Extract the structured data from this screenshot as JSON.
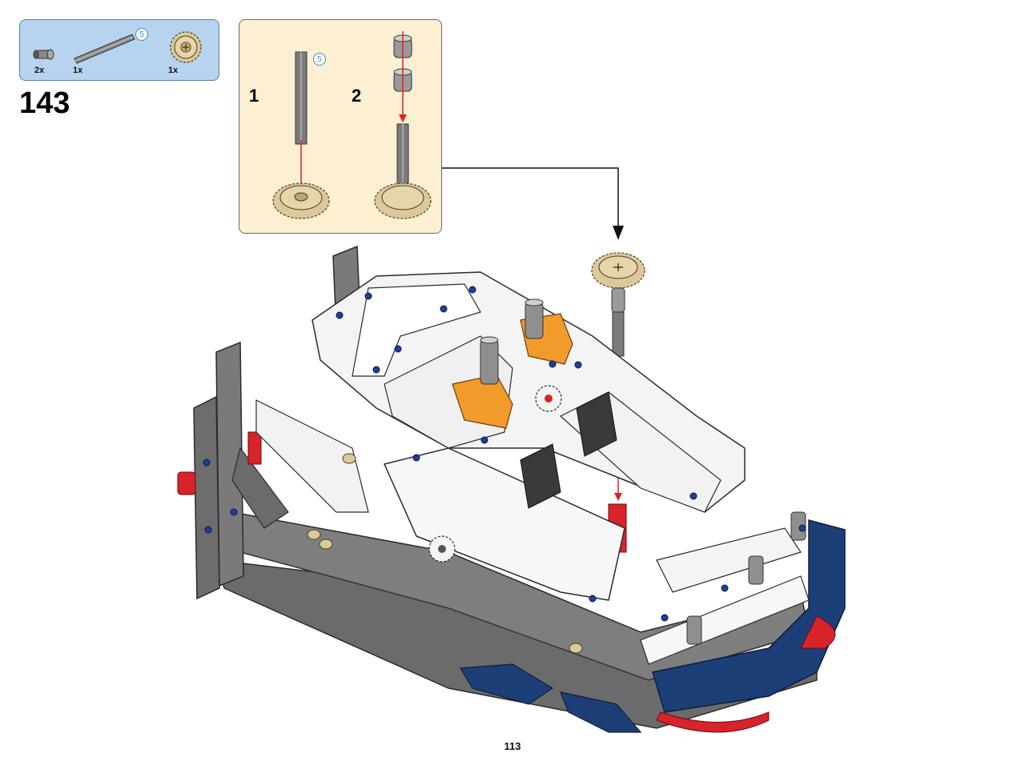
{
  "step": {
    "number": "143"
  },
  "parts_list": [
    {
      "part": "connector-peg-icon",
      "quantity": "2x"
    },
    {
      "part": "axle-icon",
      "quantity": "1x",
      "length": "5"
    },
    {
      "part": "gear-icon",
      "quantity": "1x"
    }
  ],
  "callout": {
    "substeps": [
      {
        "number": "1",
        "axle_length": "5"
      },
      {
        "number": "2"
      }
    ]
  },
  "page": {
    "number": "113"
  },
  "colors": {
    "parts_panel_bg": "#b7d3ee",
    "callout_bg": "#fdefd2",
    "gear_tan": "#dcc89a",
    "axle_gray": "#7b7b7b",
    "arrow_red": "#e02020",
    "model_white": "#f4f4f4",
    "model_dark_gray": "#6b6b6b",
    "model_blue": "#1d3f78",
    "model_red": "#d8232a",
    "model_orange": "#f39a2d"
  }
}
